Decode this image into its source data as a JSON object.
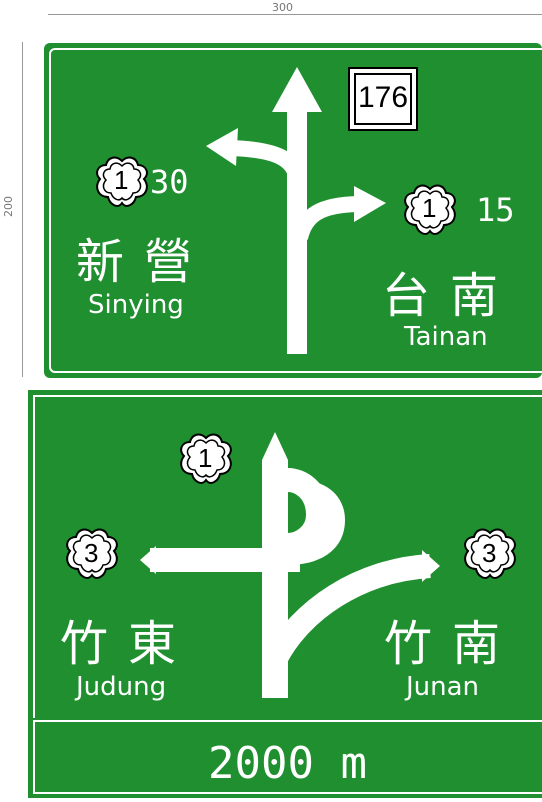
{
  "dimensions": {
    "width_label": "300",
    "height_label": "200"
  },
  "colors": {
    "sign_green": "#1f8f2f",
    "white": "#ffffff",
    "black": "#000000"
  },
  "top_sign": {
    "route_box": "176",
    "left": {
      "route_number": "1",
      "distance": "30",
      "chinese": "新營",
      "romanized": "Sinying"
    },
    "right": {
      "route_number": "1",
      "distance": "15",
      "chinese": "台南",
      "romanized": "Tainan"
    },
    "icons": [
      "route-shield-icon",
      "arrow-up-icon",
      "arrow-left-icon",
      "arrow-right-icon"
    ]
  },
  "bottom_sign": {
    "center_route_number": "1",
    "left": {
      "route_number": "3",
      "chinese": "竹東",
      "romanized": "Judung"
    },
    "right": {
      "route_number": "3",
      "chinese": "竹南",
      "romanized": "Junan"
    },
    "distance": "2000 m",
    "icons": [
      "route-shield-icon",
      "loop-interchange-icon"
    ]
  }
}
